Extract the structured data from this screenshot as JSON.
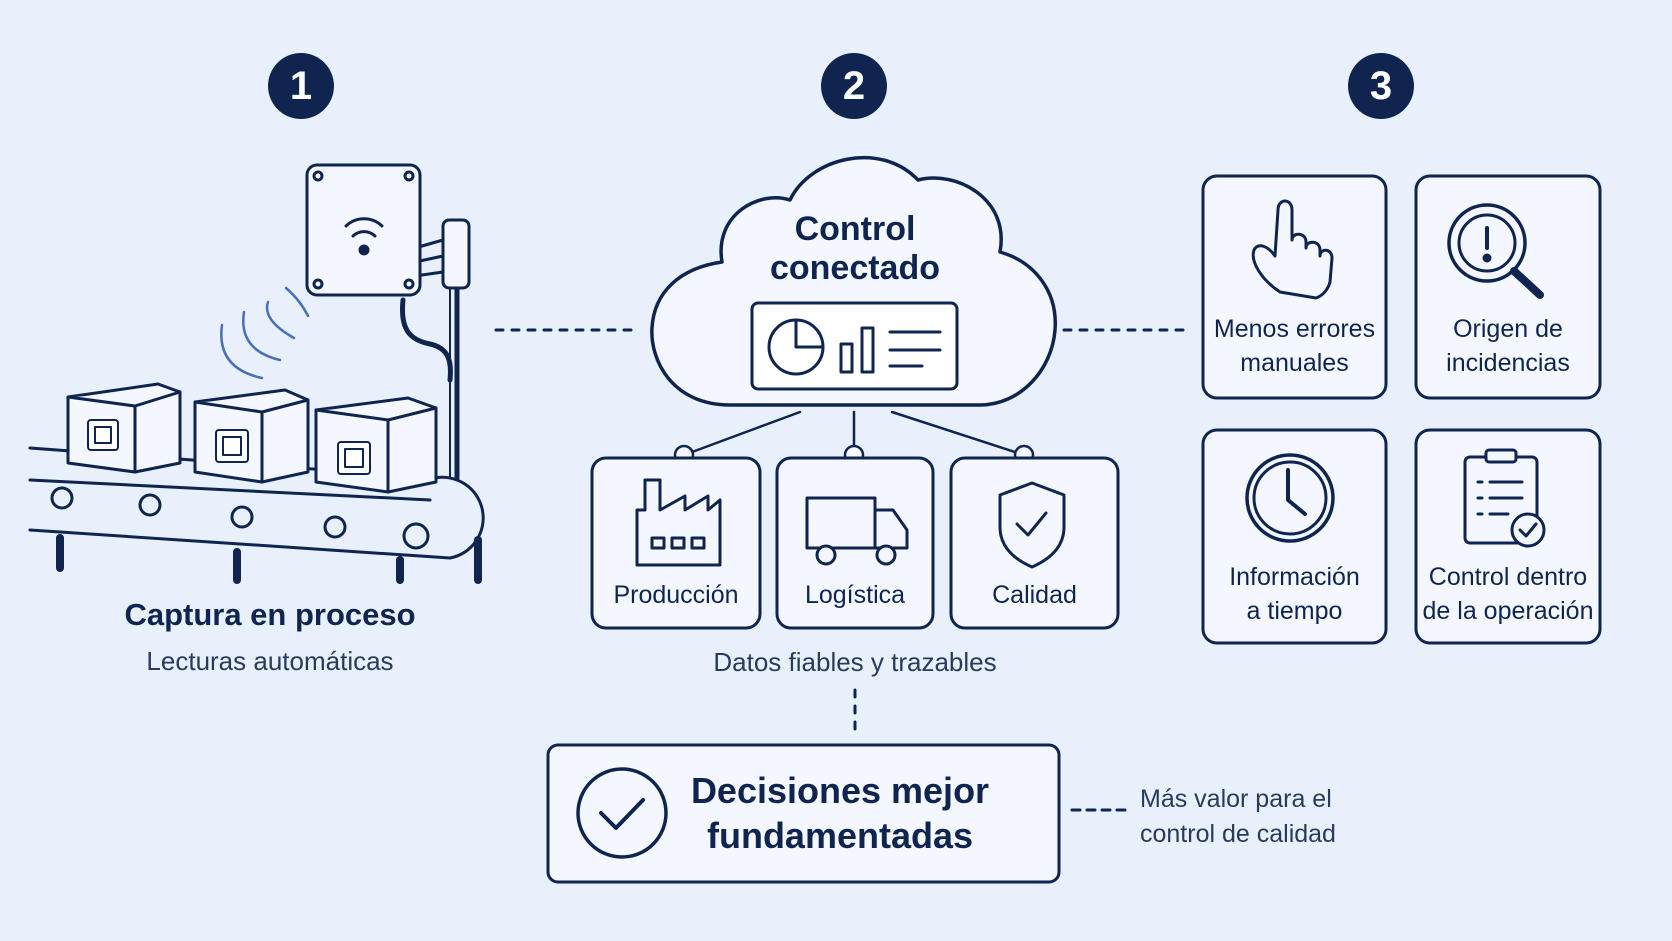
{
  "colors": {
    "background": "#e8f0fb",
    "ink": "#0f2550",
    "card": "#f4f8fe",
    "accent": "#5a7fc0"
  },
  "steps": {
    "one": "1",
    "two": "2",
    "three": "3"
  },
  "capture": {
    "title": "Captura en proceso",
    "subtitle": "Lecturas automáticas",
    "icons": [
      "rfid-reader-icon",
      "wireless-signal-icon",
      "conveyor-belt-icon",
      "box-icon",
      "chip-tag-icon"
    ]
  },
  "cloud": {
    "title_line1": "Control",
    "title_line2": "conectado",
    "icons": [
      "cloud-icon",
      "dashboard-icon",
      "pie-chart-icon",
      "bar-chart-icon"
    ]
  },
  "areas": [
    {
      "label": "Producción",
      "icon": "factory-icon"
    },
    {
      "label": "Logística",
      "icon": "truck-icon"
    },
    {
      "label": "Calidad",
      "icon": "shield-check-icon"
    }
  ],
  "areas_caption": "Datos fiables y trazables",
  "benefits": [
    {
      "line1": "Menos errores",
      "line2": "manuales",
      "icon": "hand-pointer-icon"
    },
    {
      "line1": "Origen de",
      "line2": "incidencias",
      "icon": "magnifier-alert-icon"
    },
    {
      "line1": "Información",
      "line2": "a tiempo",
      "icon": "clock-icon"
    },
    {
      "line1": "Control dentro",
      "line2": "de la operación",
      "icon": "clipboard-check-icon"
    }
  ],
  "decision": {
    "line1": "Decisiones mejor",
    "line2": "fundamentadas",
    "icon": "check-circle-icon"
  },
  "value": {
    "line1": "Más valor para el",
    "line2": "control de calidad"
  }
}
